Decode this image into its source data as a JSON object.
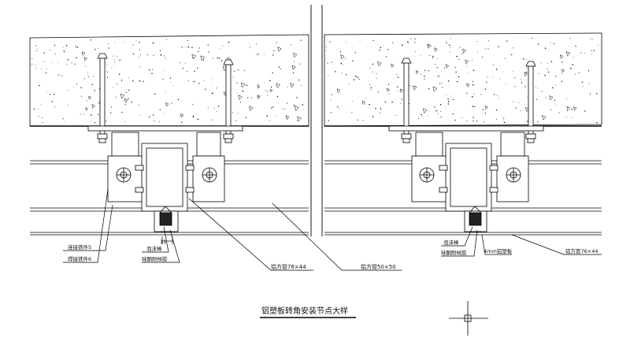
{
  "drawing": {
    "title": "铝塑板转角安装节点大样",
    "left_detail": {
      "callouts": {
        "connector_plate": "连接铁件5",
        "weld_plate": "焊接铁件6",
        "foam_strip": "泡沫棒",
        "sealant": "硅酮耐候胶",
        "dimension": "11",
        "tube_large": "铝方管76×44",
        "tube_small": "铝方管50×50"
      }
    },
    "right_detail": {
      "callouts": {
        "foam_strip": "泡沫棒",
        "sealant": "硅酮耐候胶",
        "panel": "4mm铝塑板",
        "tube_large": "铝方管76×44"
      }
    }
  }
}
